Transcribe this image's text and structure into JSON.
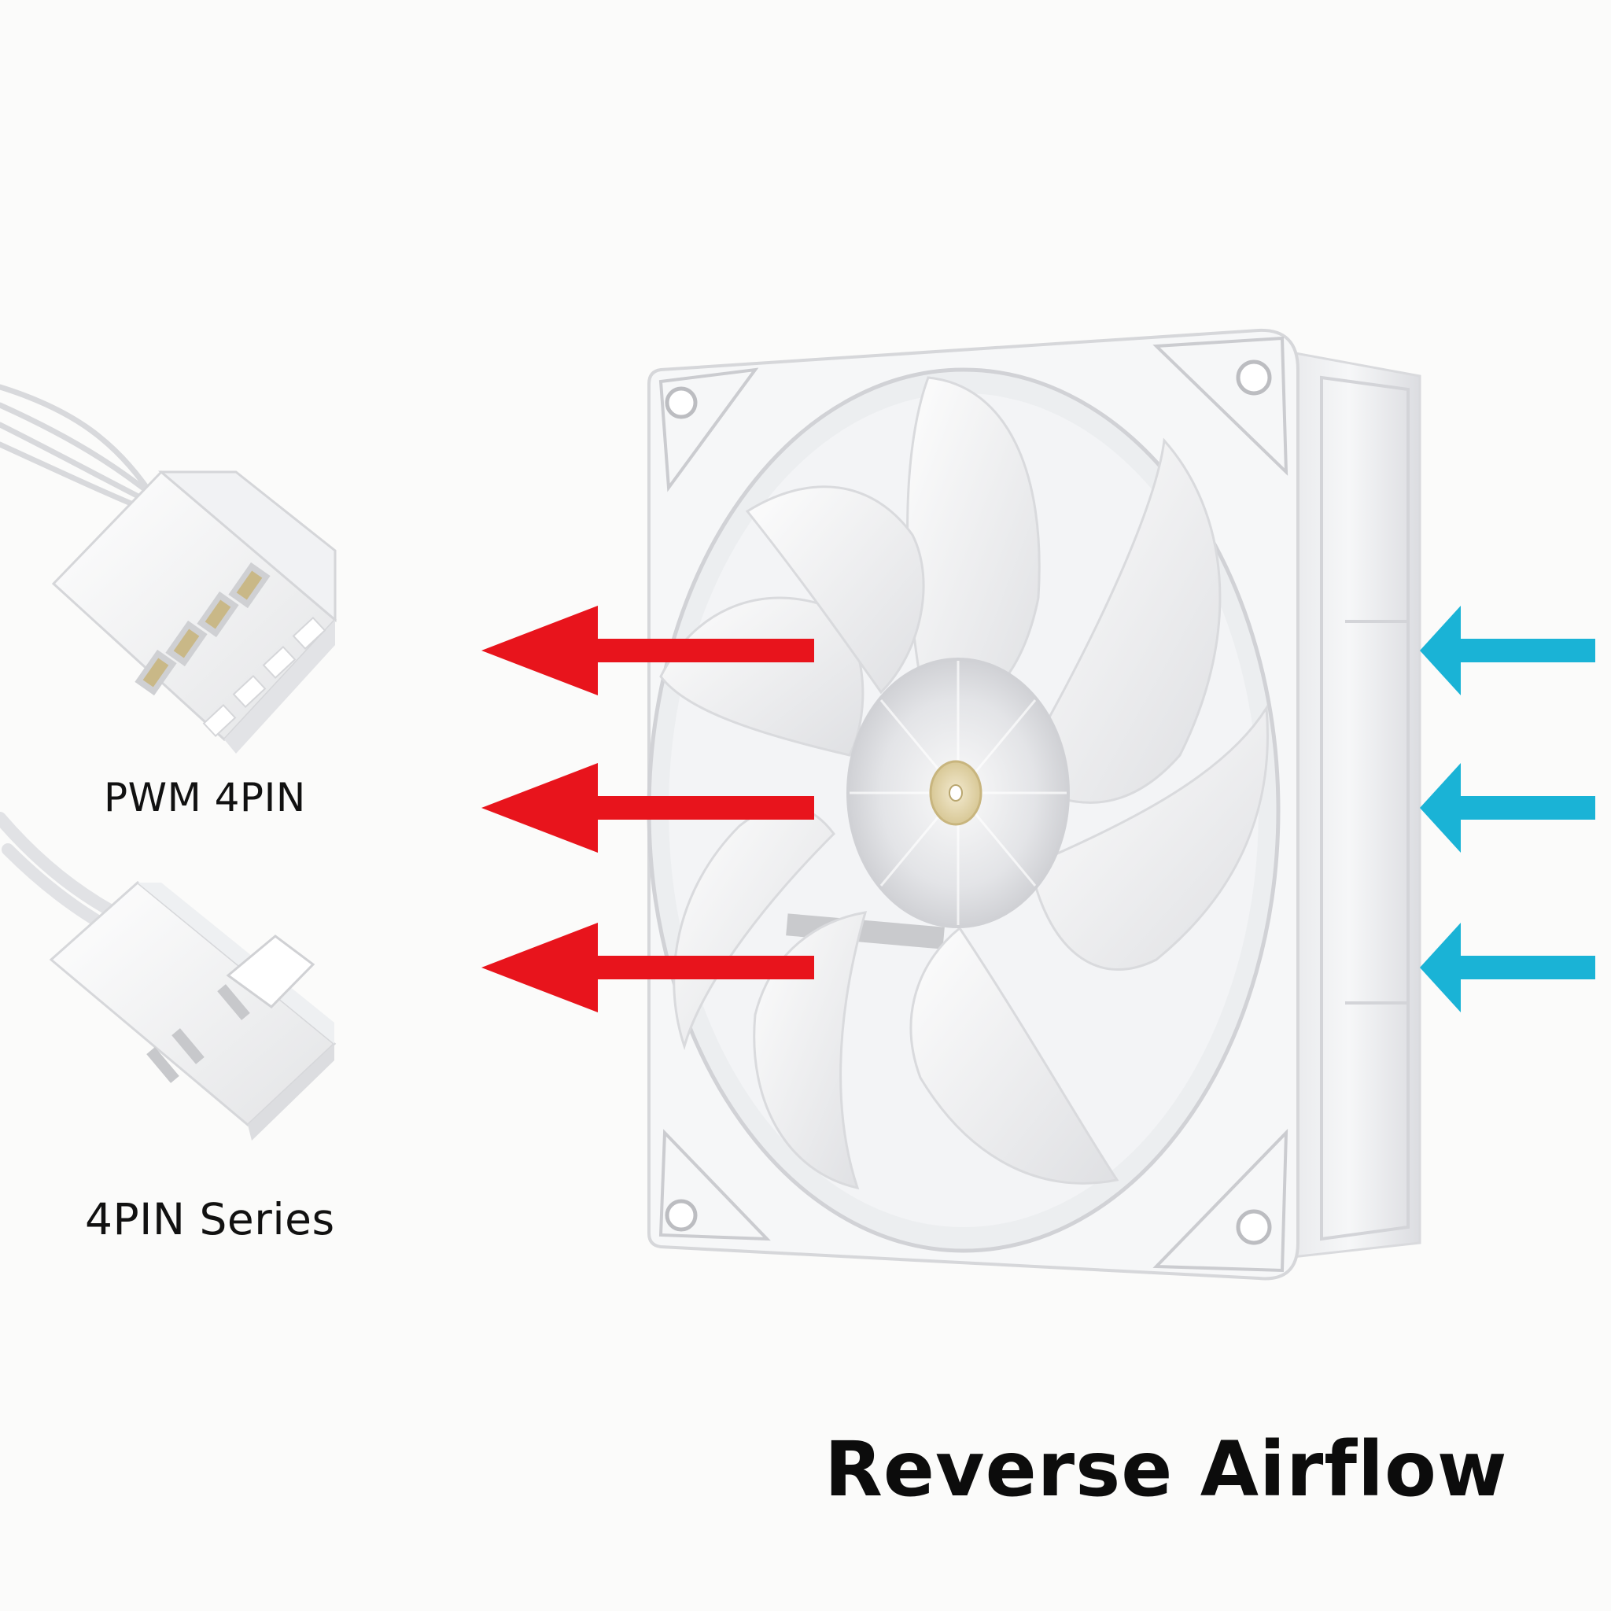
{
  "connectors": {
    "pwm_label": "PWM 4PIN",
    "series_label": "4PIN Series"
  },
  "headline": "Reverse Airflow",
  "airflow": {
    "exhaust_arrow_count": 3,
    "intake_arrow_count": 3,
    "exhaust_color": "#e8141c",
    "intake_color": "#1ab3d6"
  },
  "fan": {
    "color": "#f4f5f7",
    "hub_color": "#e8e9ec",
    "center_cap_color": "#e6d9ad"
  },
  "icons": {
    "pwm_connector": "pwm-4pin-connector-icon",
    "series_connector": "4pin-series-connector-icon",
    "fan": "cooling-fan-icon"
  }
}
